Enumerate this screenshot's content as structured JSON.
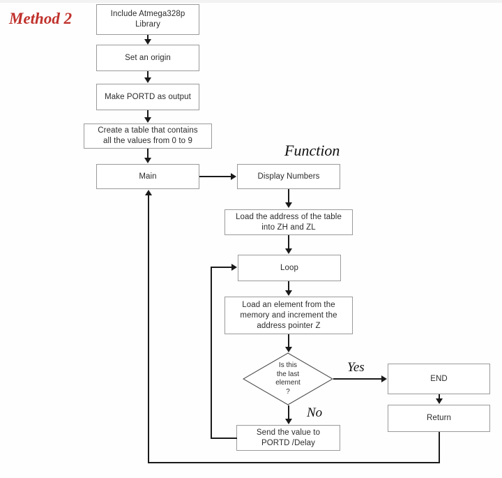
{
  "diagram": {
    "type": "flowchart",
    "headings": {
      "method_title": "Method 2",
      "function_title": "Function"
    },
    "colors": {
      "method_title": "#c0302b",
      "function_title": "#101010",
      "box_border": "#9a9a9a",
      "connector": "#1a1a1a",
      "background": "#fefefe"
    },
    "nodes": {
      "include_library": "Include Atmega328p Library",
      "set_origin": "Set an origin",
      "make_portd_output": "Make PORTD as output",
      "create_table": "Create a table that contains all the values from 0 to 9",
      "main": "Main",
      "display_numbers": "Display Numbers",
      "load_address": "Load the address of the table into ZH and ZL",
      "loop": "Loop",
      "load_element": "Load an element from the memory and increment the address pointer Z",
      "decision": "Is this the last element ?",
      "send_value": "Send the value to PORTD /Delay",
      "end": "END",
      "return": "Return"
    },
    "node_lines": {
      "include_library": [
        "Include Atmega328p",
        "Library"
      ],
      "create_table": [
        "Create a table that contains",
        "all the values from 0 to 9"
      ],
      "load_address": [
        "Load the address of the table",
        "into ZH and ZL"
      ],
      "load_element": [
        "Load an element from the",
        "memory and increment the",
        "address pointer Z"
      ],
      "decision": [
        "Is this",
        "the last",
        "element",
        "?"
      ],
      "send_value": [
        "Send the value to",
        "PORTD /Delay"
      ]
    },
    "branch_labels": {
      "yes": "Yes",
      "no": "No"
    }
  }
}
